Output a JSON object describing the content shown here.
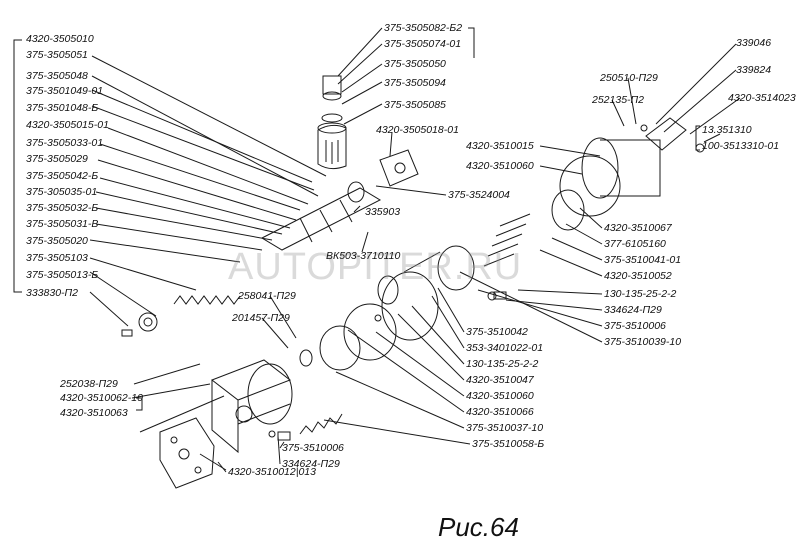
{
  "figure": {
    "caption": "Рис.64",
    "watermark": "AUTOPITER.RU"
  },
  "labels": {
    "l01": "4320-3505010",
    "l02": "375-3505051",
    "l03": "375-3505048",
    "l04": "375-3501049-01",
    "l05": "375-3501048-Б",
    "l06": "4320-3505015-01",
    "l07": "375-3505033-01",
    "l08": "375-3505029",
    "l09": "375-3505042-Б",
    "l10": "375-305035-01",
    "l11": "375-3505032-Б",
    "l12": "375-3505031-В",
    "l13": "375-3505020",
    "l14": "375-3505103",
    "l15": "375-3505013-Б",
    "l16": "333830-П2",
    "l17": "375-3505082-Б2",
    "l18": "375-3505074-01",
    "l19": "375-3505050",
    "l20": "375-3505094",
    "l21": "375-3505085",
    "l22": "4320-3505018-01",
    "l23": "375-3524004",
    "l24": "335903",
    "l25": "ВК503-3710110",
    "l26": "339046",
    "l27": "339824",
    "l28": "250510-П29",
    "l29": "252135-П2",
    "l30": "4320-3514023",
    "l31": "13.351310",
    "l32": "100-3513310-01",
    "l33": "4320-3510015",
    "l34": "4320-3510060",
    "l35": "4320-3510067",
    "l36": "377-6105160",
    "l37": "375-3510041-01",
    "l38": "4320-3510052",
    "l39": "130-135-25-2-2",
    "l40": "334624-П29",
    "l41": "375-3510006",
    "l42": "375-3510039-10",
    "l43": "258041-П29",
    "l44": "201457-П29",
    "l45": "375-3510042",
    "l46": "353-3401022-01",
    "l47": "130-135-25-2-2",
    "l48": "4320-3510047",
    "l49": "4320-3510060",
    "l50": "4320-3510066",
    "l51": "375-3510037-10",
    "l52": "375-3510058-Б",
    "l53": "252038-П29",
    "l54": "4320-3510062-10",
    "l55": "4320-3510063",
    "l56": "375-3510006",
    "l57": "334624-П29",
    "l58": "4320-3510012|013"
  }
}
